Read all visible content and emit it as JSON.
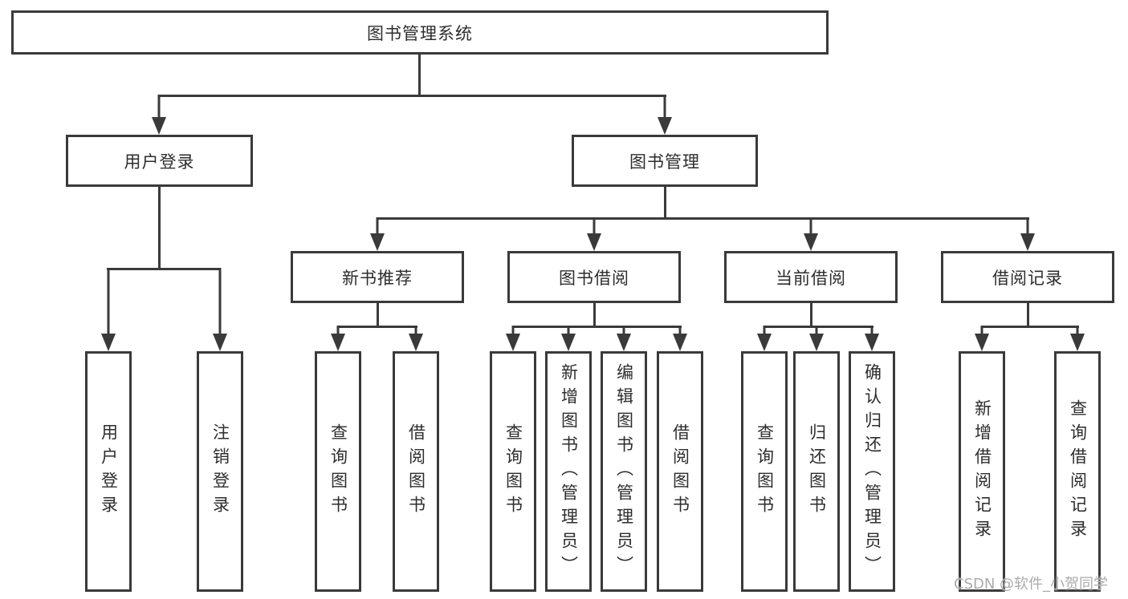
{
  "diagram": {
    "type": "hierarchy-tree",
    "line_color": "#3a3a3a",
    "background": "#ffffff",
    "tree": {
      "root": {
        "label": "图书管理系统",
        "children": [
          {
            "label": "用户登录",
            "children": [
              {
                "label": "用户登录"
              },
              {
                "label": "注销登录"
              }
            ]
          },
          {
            "label": "图书管理",
            "children": [
              {
                "label": "新书推荐",
                "children": [
                  {
                    "label": "查询图书"
                  },
                  {
                    "label": "借阅图书"
                  }
                ]
              },
              {
                "label": "图书借阅",
                "children": [
                  {
                    "label": "查询图书"
                  },
                  {
                    "label": "新增图书（管理员）"
                  },
                  {
                    "label": "编辑图书（管理员）"
                  },
                  {
                    "label": "借阅图书"
                  }
                ]
              },
              {
                "label": "当前借阅",
                "children": [
                  {
                    "label": "查询图书"
                  },
                  {
                    "label": "归还图书"
                  },
                  {
                    "label": "确认归还（管理员）"
                  }
                ]
              },
              {
                "label": "借阅记录",
                "children": [
                  {
                    "label": "新增借阅记录"
                  },
                  {
                    "label": "查询借阅记录"
                  }
                ]
              }
            ]
          }
        ]
      }
    }
  },
  "watermark": {
    "text": "CSDN @软件_小贺同学"
  }
}
